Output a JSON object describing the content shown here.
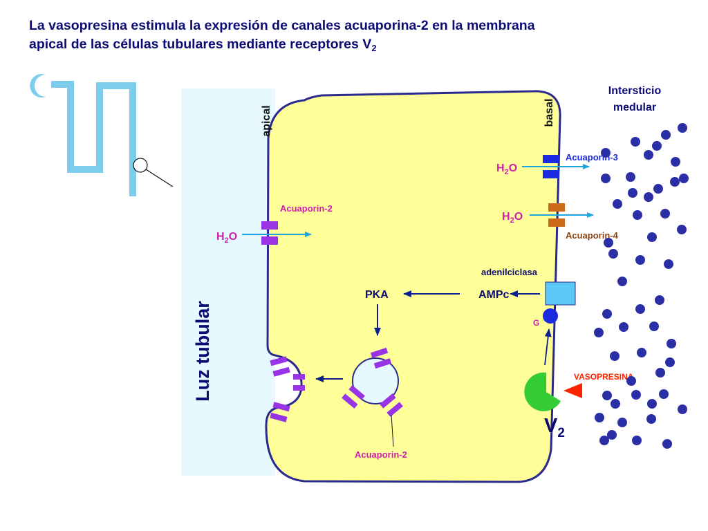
{
  "title": {
    "line1": "La vasopresina estimula la expresión de canales acuaporina-2 en la membrana",
    "line2": "apical de las células tubulares mediante receptores V",
    "line2_sub": "2"
  },
  "labels": {
    "apical": "apical",
    "basal": "basal",
    "intersticio_line1": "Intersticio",
    "intersticio_line2": "medular",
    "luz_tubular": "Luz tubular",
    "acuaporin2_top": "Acuaporin-2",
    "acuaporin2_bottom": "Acuaporin-2",
    "acuaporin3": "Acuaporin-3",
    "acuaporin4": "Acuaporin-4",
    "adenilciclasa": "adenilciclasa",
    "ampc": "AMPc",
    "pka": "PKA",
    "g": "G",
    "vasopresina": "VASOPRESINA",
    "v2": "V",
    "v2_sub": "2",
    "water": {
      "h": "H",
      "sub": "2",
      "o": "O"
    }
  },
  "colors": {
    "title": "#0b0b73",
    "cell_fill": "#ffff99",
    "cell_stroke": "#2a2a8c",
    "lumen": "#e6f9ff",
    "tubule": "#7fcdee",
    "arrow": "#1aa7e0",
    "dark_arrow": "#0d1f8a",
    "magenta": "#cc1fae",
    "aquaporin2": "#9933e6",
    "aquaporin3": "#1a2be0",
    "aquaporin4": "#cc6a1a",
    "adenylcyclase": "#5bc8f5",
    "g_protein": "#1a2be0",
    "v2_receptor": "#33cc33",
    "vasopressin": "#ff2200",
    "interstitial_dot": "#2b2fa6",
    "brown_text": "#8b4513"
  }
}
